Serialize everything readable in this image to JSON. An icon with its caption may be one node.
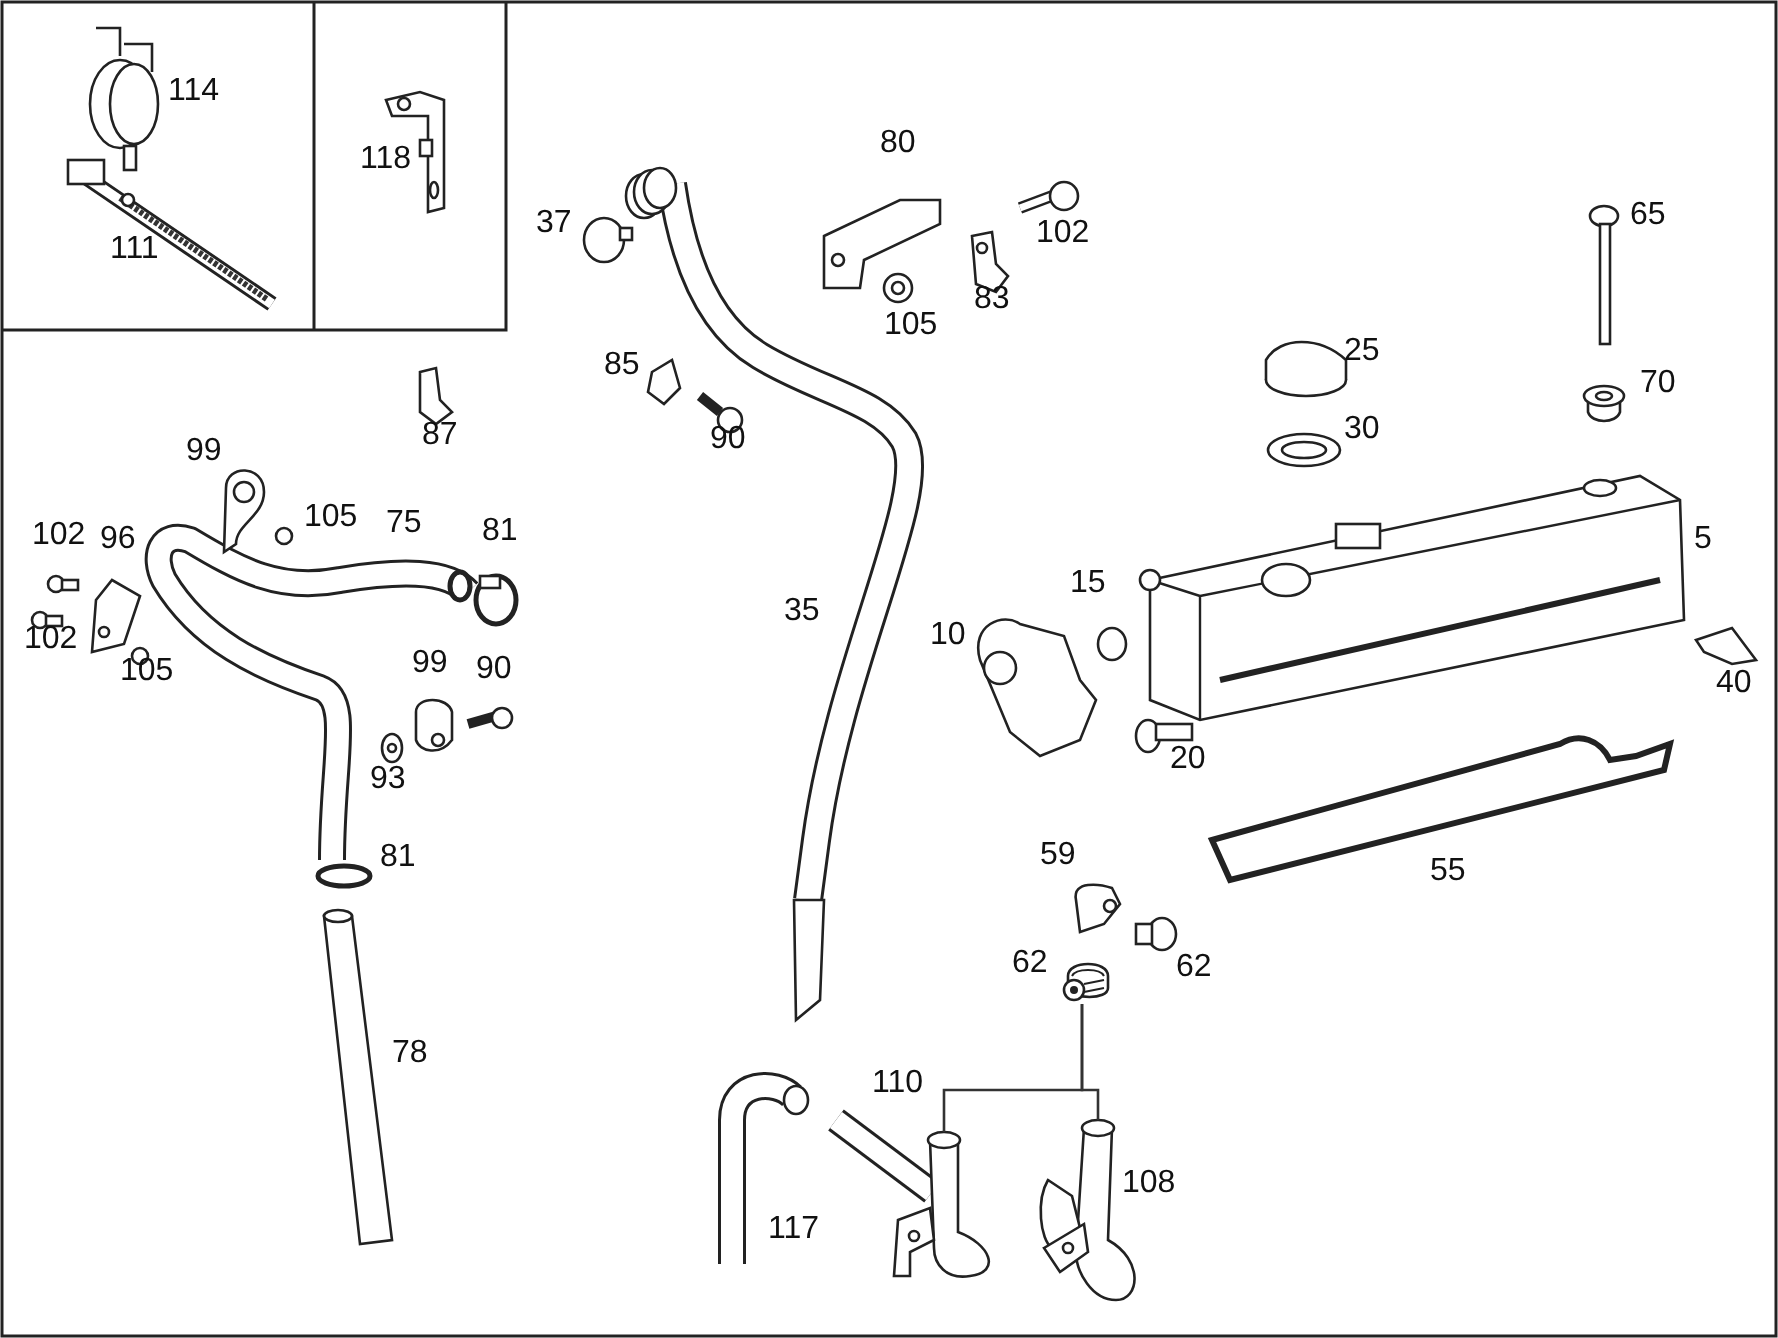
{
  "diagram": {
    "nodes": [
      {
        "text": [],
        "shape": "picture"
      },
      {
        "text": [],
        "shape": "picture"
      },
      {
        "text": [],
        "shape": "picture"
      }
    ],
    "edges": [
      {
        "from": 0,
        "to": 1,
        "arrow": "none"
      },
      {
        "from": 0,
        "to": 2,
        "arrow": "none"
      }
    ],
    "labels": [
      "114",
      "118",
      "80",
      "111",
      "37",
      "102",
      "65",
      "105",
      "83",
      "85",
      "25",
      "70",
      "99",
      "87",
      "90",
      "30",
      "102",
      "96",
      "105",
      "75",
      "81",
      "5",
      "15",
      "102",
      "35",
      "10",
      "105",
      "99",
      "90",
      "40",
      "93",
      "20",
      "81",
      "59",
      "55",
      "62",
      "62",
      "78",
      "110",
      "108",
      "117"
    ]
  }
}
